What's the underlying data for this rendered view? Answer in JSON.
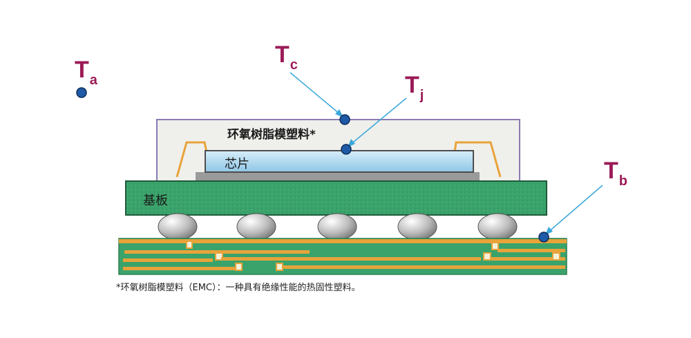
{
  "labels": {
    "ta": {
      "main": "T",
      "sub": "a"
    },
    "tc": {
      "main": "T",
      "sub": "c"
    },
    "tj": {
      "main": "T",
      "sub": "j"
    },
    "tb": {
      "main": "T",
      "sub": "b"
    }
  },
  "parts": {
    "mold": "环氧树脂模塑料*",
    "chip": "芯片",
    "substrate": "基板"
  },
  "footnote": "*环氧树脂模塑料（EMC）：一种具有绝缘性能的热固性塑料。",
  "colors": {
    "label": "#9b1b57",
    "point": "#1f5aa6",
    "leader": "#3aa7d8",
    "mold_border": "#8a7ab0",
    "mold_fill": "#efefec",
    "chip_fill": "#a9d6ef",
    "substrate": "#3aa36b",
    "trace": "#e8a33a",
    "ball": "#c9c9c9"
  }
}
